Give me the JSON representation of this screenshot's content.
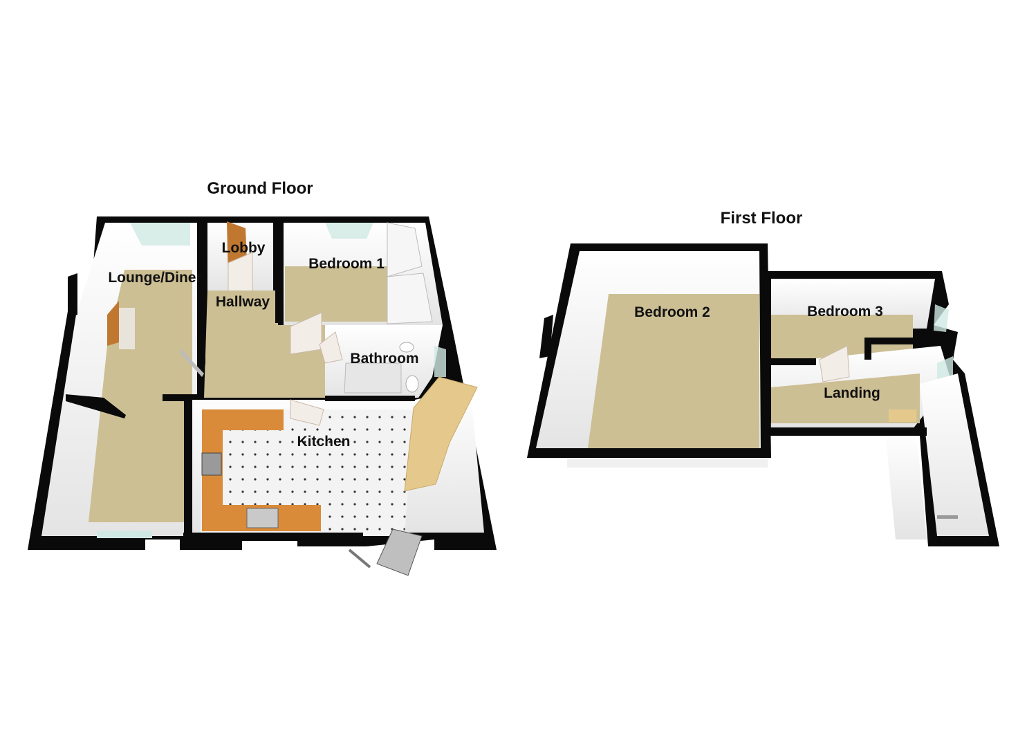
{
  "floors": [
    {
      "title": "Ground Floor",
      "rooms": [
        {
          "id": "lounge",
          "label": "Lounge/Diner"
        },
        {
          "id": "lobby",
          "label": "Lobby"
        },
        {
          "id": "hallway",
          "label": "Hallway"
        },
        {
          "id": "bedroom1",
          "label": "Bedroom 1"
        },
        {
          "id": "bathroom",
          "label": "Bathroom"
        },
        {
          "id": "kitchen",
          "label": "Kitchen"
        }
      ]
    },
    {
      "title": "First Floor",
      "rooms": [
        {
          "id": "bedroom2",
          "label": "Bedroom 2"
        },
        {
          "id": "bedroom3",
          "label": "Bedroom 3"
        },
        {
          "id": "landing",
          "label": "Landing"
        }
      ]
    }
  ],
  "colors": {
    "wall": "#0a0a0a",
    "wall_face": "#f4f4f4",
    "carpet": "#cdbf94",
    "kitchen_floor": "#f3f3f3",
    "worktop": "#d98b3a",
    "window": "#cfe8e4",
    "door": "#f3ede7"
  }
}
